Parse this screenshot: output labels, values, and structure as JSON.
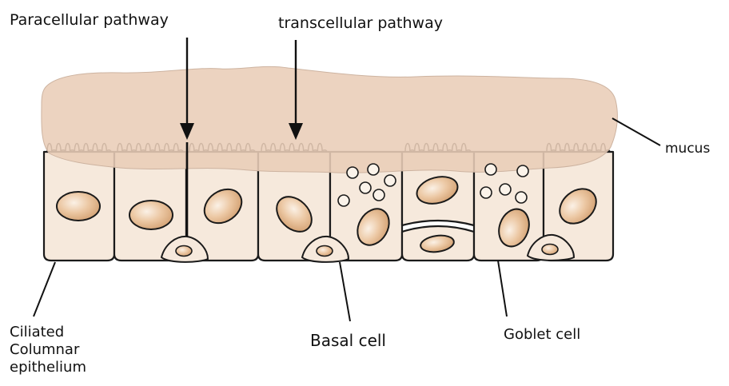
{
  "labels": {
    "paracellular": "Paracellular pathway",
    "transcellular": "transcellular pathway",
    "mucus": "mucus",
    "basal": "Basal cell",
    "goblet": "Goblet cell",
    "ciliated": [
      "Ciliated",
      "Columnar",
      "epithelium"
    ]
  },
  "colors": {
    "mucus_fill": "#e9cdb7",
    "cell_fill": "#f6e9dc",
    "nucleus_fill": "#e2b48c",
    "nucleus_highlight": "#fbf1e6",
    "outline": "#1a1a1a"
  }
}
